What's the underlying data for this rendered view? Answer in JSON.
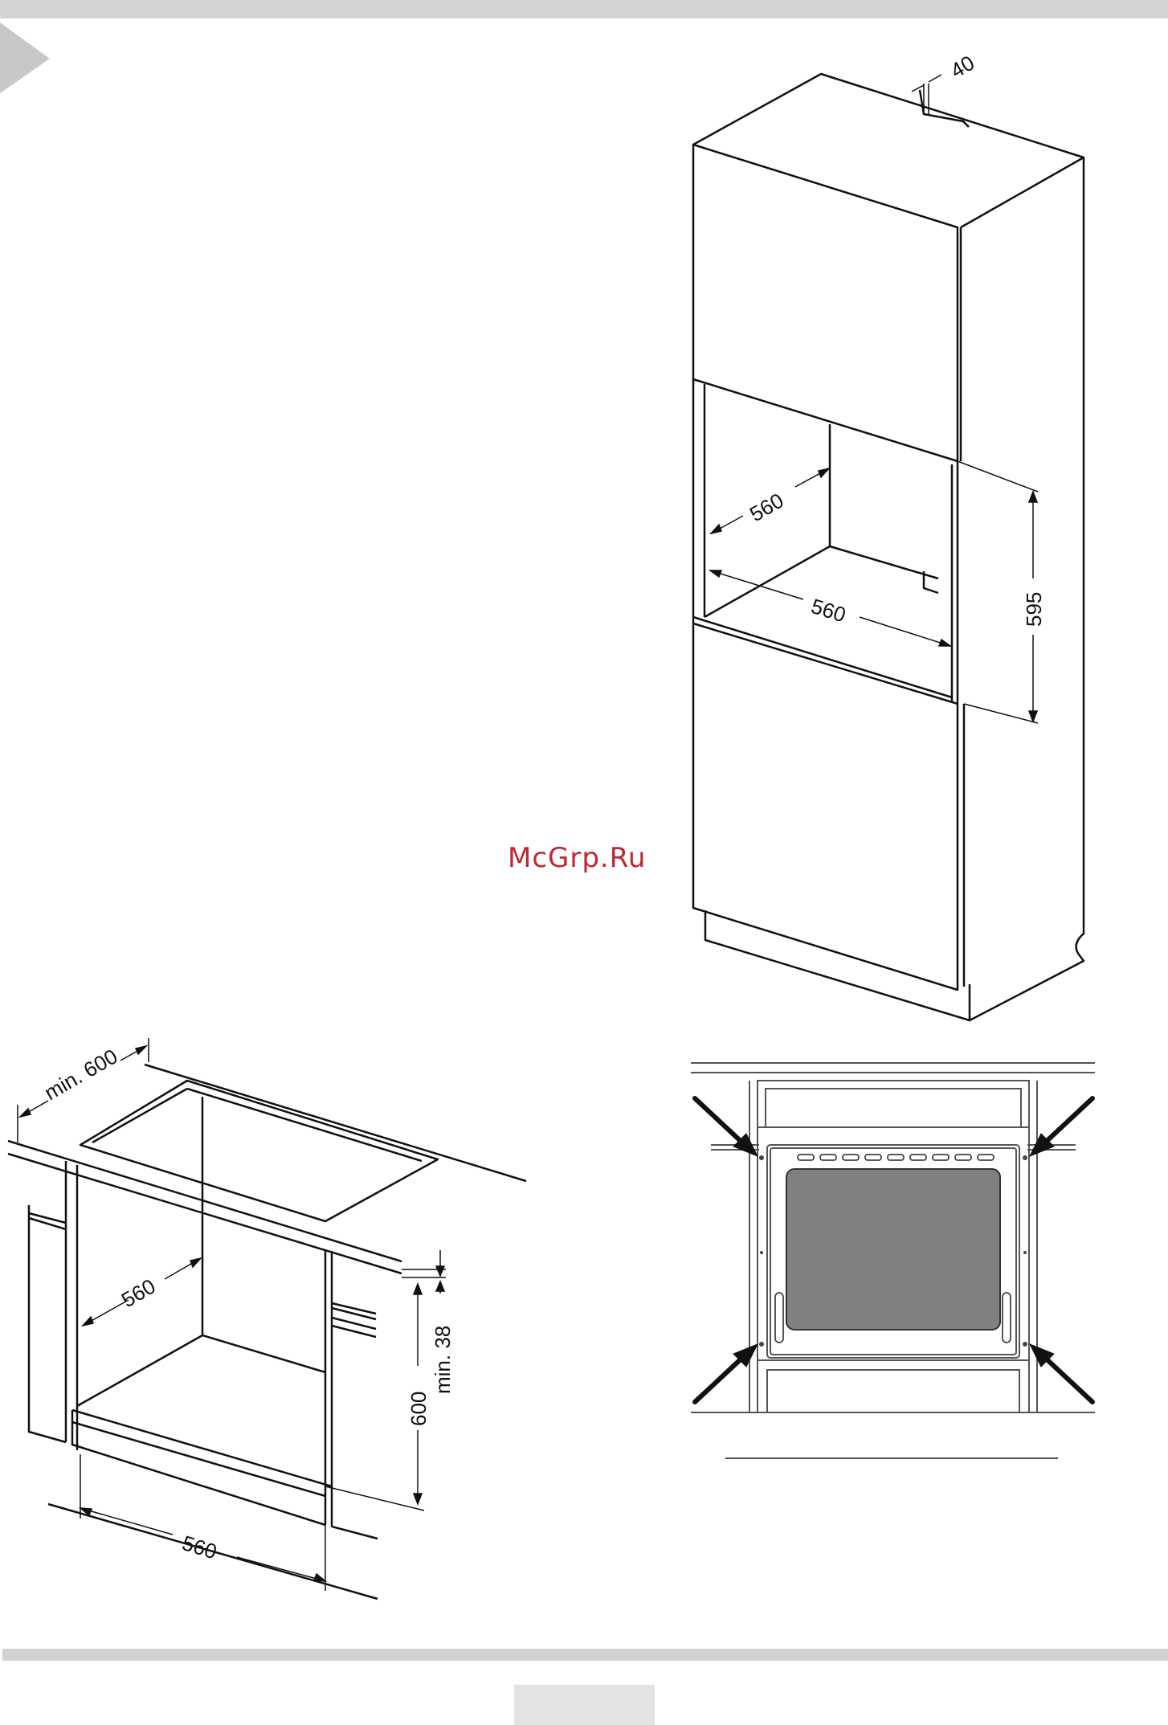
{
  "watermark": "McGrp.Ru",
  "colors": {
    "band": "#d3d3d3",
    "line": "#111111",
    "oven_window": "#808080",
    "watermark": "#c0282d"
  },
  "tall_cabinet": {
    "dim_top_gap": "40",
    "dim_depth": "560",
    "dim_width": "560",
    "dim_height": "595"
  },
  "under_counter": {
    "dim_min_depth": "min. 600",
    "dim_depth": "560",
    "dim_height": "600",
    "dim_min_gap": "min. 38",
    "dim_width": "560"
  },
  "oven_front": {
    "arrows": [
      "top-left",
      "top-right",
      "bottom-left",
      "bottom-right"
    ]
  }
}
